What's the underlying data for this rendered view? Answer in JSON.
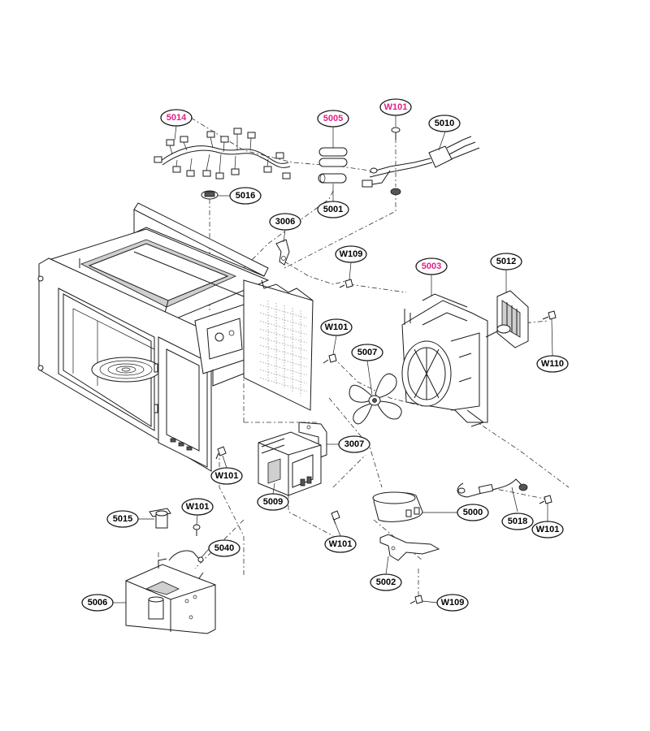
{
  "colors": {
    "line": "#1a1a1a",
    "highlight": "#e0218a",
    "background": "#ffffff"
  },
  "callouts": {
    "c5014": {
      "label": "5014",
      "highlight": true
    },
    "c5005": {
      "label": "5005",
      "highlight": true
    },
    "cW101top": {
      "label": "W101",
      "highlight": true
    },
    "c5010": {
      "label": "5010"
    },
    "c5016": {
      "label": "5016"
    },
    "c5001": {
      "label": "5001"
    },
    "c3006": {
      "label": "3006"
    },
    "cW109top": {
      "label": "W109"
    },
    "c5003": {
      "label": "5003",
      "highlight": true
    },
    "c5012": {
      "label": "5012"
    },
    "cW101mid": {
      "label": "W101"
    },
    "c5007": {
      "label": "5007"
    },
    "cW110": {
      "label": "W110"
    },
    "c3007": {
      "label": "3007"
    },
    "cW101left": {
      "label": "W101"
    },
    "c5009": {
      "label": "5009"
    },
    "c5000": {
      "label": "5000"
    },
    "c5015": {
      "label": "5015"
    },
    "cW101small": {
      "label": "W101"
    },
    "c5018": {
      "label": "5018"
    },
    "cW101right": {
      "label": "W101"
    },
    "c5040": {
      "label": "5040"
    },
    "cW101low": {
      "label": "W101"
    },
    "c5002": {
      "label": "5002"
    },
    "c5006": {
      "label": "5006"
    },
    "cW109bot": {
      "label": "W109"
    }
  }
}
